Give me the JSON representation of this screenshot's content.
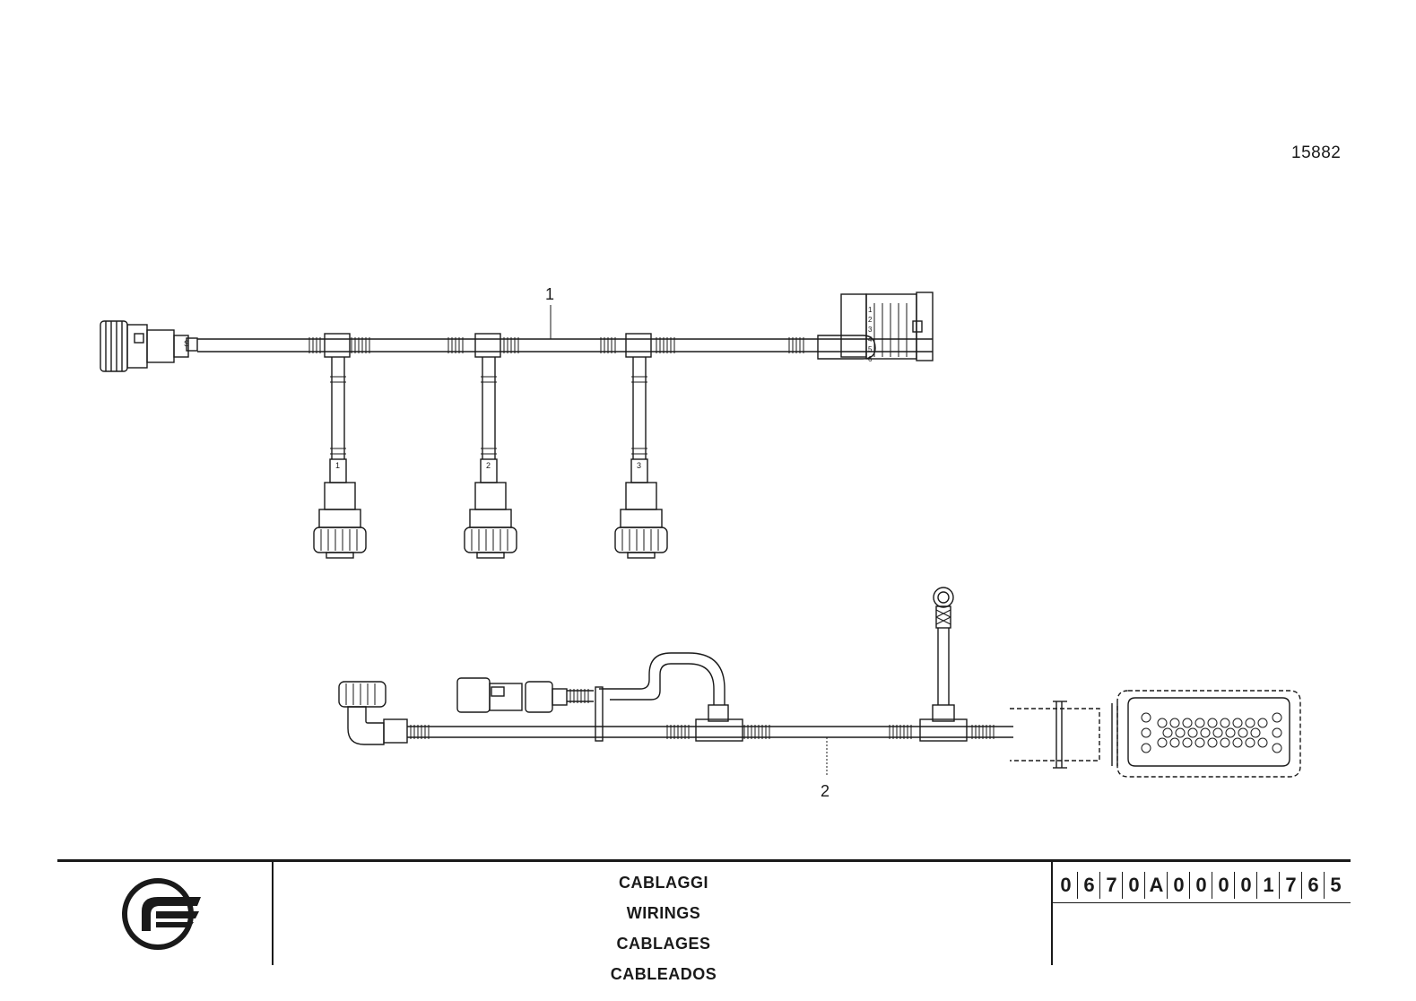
{
  "drawing_code": "15882",
  "callouts": {
    "item_1": "1",
    "item_2": "2"
  },
  "connector_labels": {
    "main_left": "S",
    "drop_1": "1",
    "drop_2": "2",
    "drop_3": "3",
    "pins": [
      "1",
      "2",
      "3",
      "4",
      "5",
      "6"
    ]
  },
  "title_block": {
    "titles": [
      "CABLAGGI",
      "WIRINGS",
      "CABLAGES",
      "CABLEADOS"
    ],
    "part_code_chars": [
      "0",
      "6",
      "7",
      "0",
      "A",
      "0",
      "0",
      "0",
      "0",
      "1",
      "7",
      "6",
      "5"
    ]
  },
  "icons": {
    "logo": "brand-logo-icon"
  },
  "colors": {
    "line": "#1a1a1a",
    "background": "#ffffff"
  }
}
